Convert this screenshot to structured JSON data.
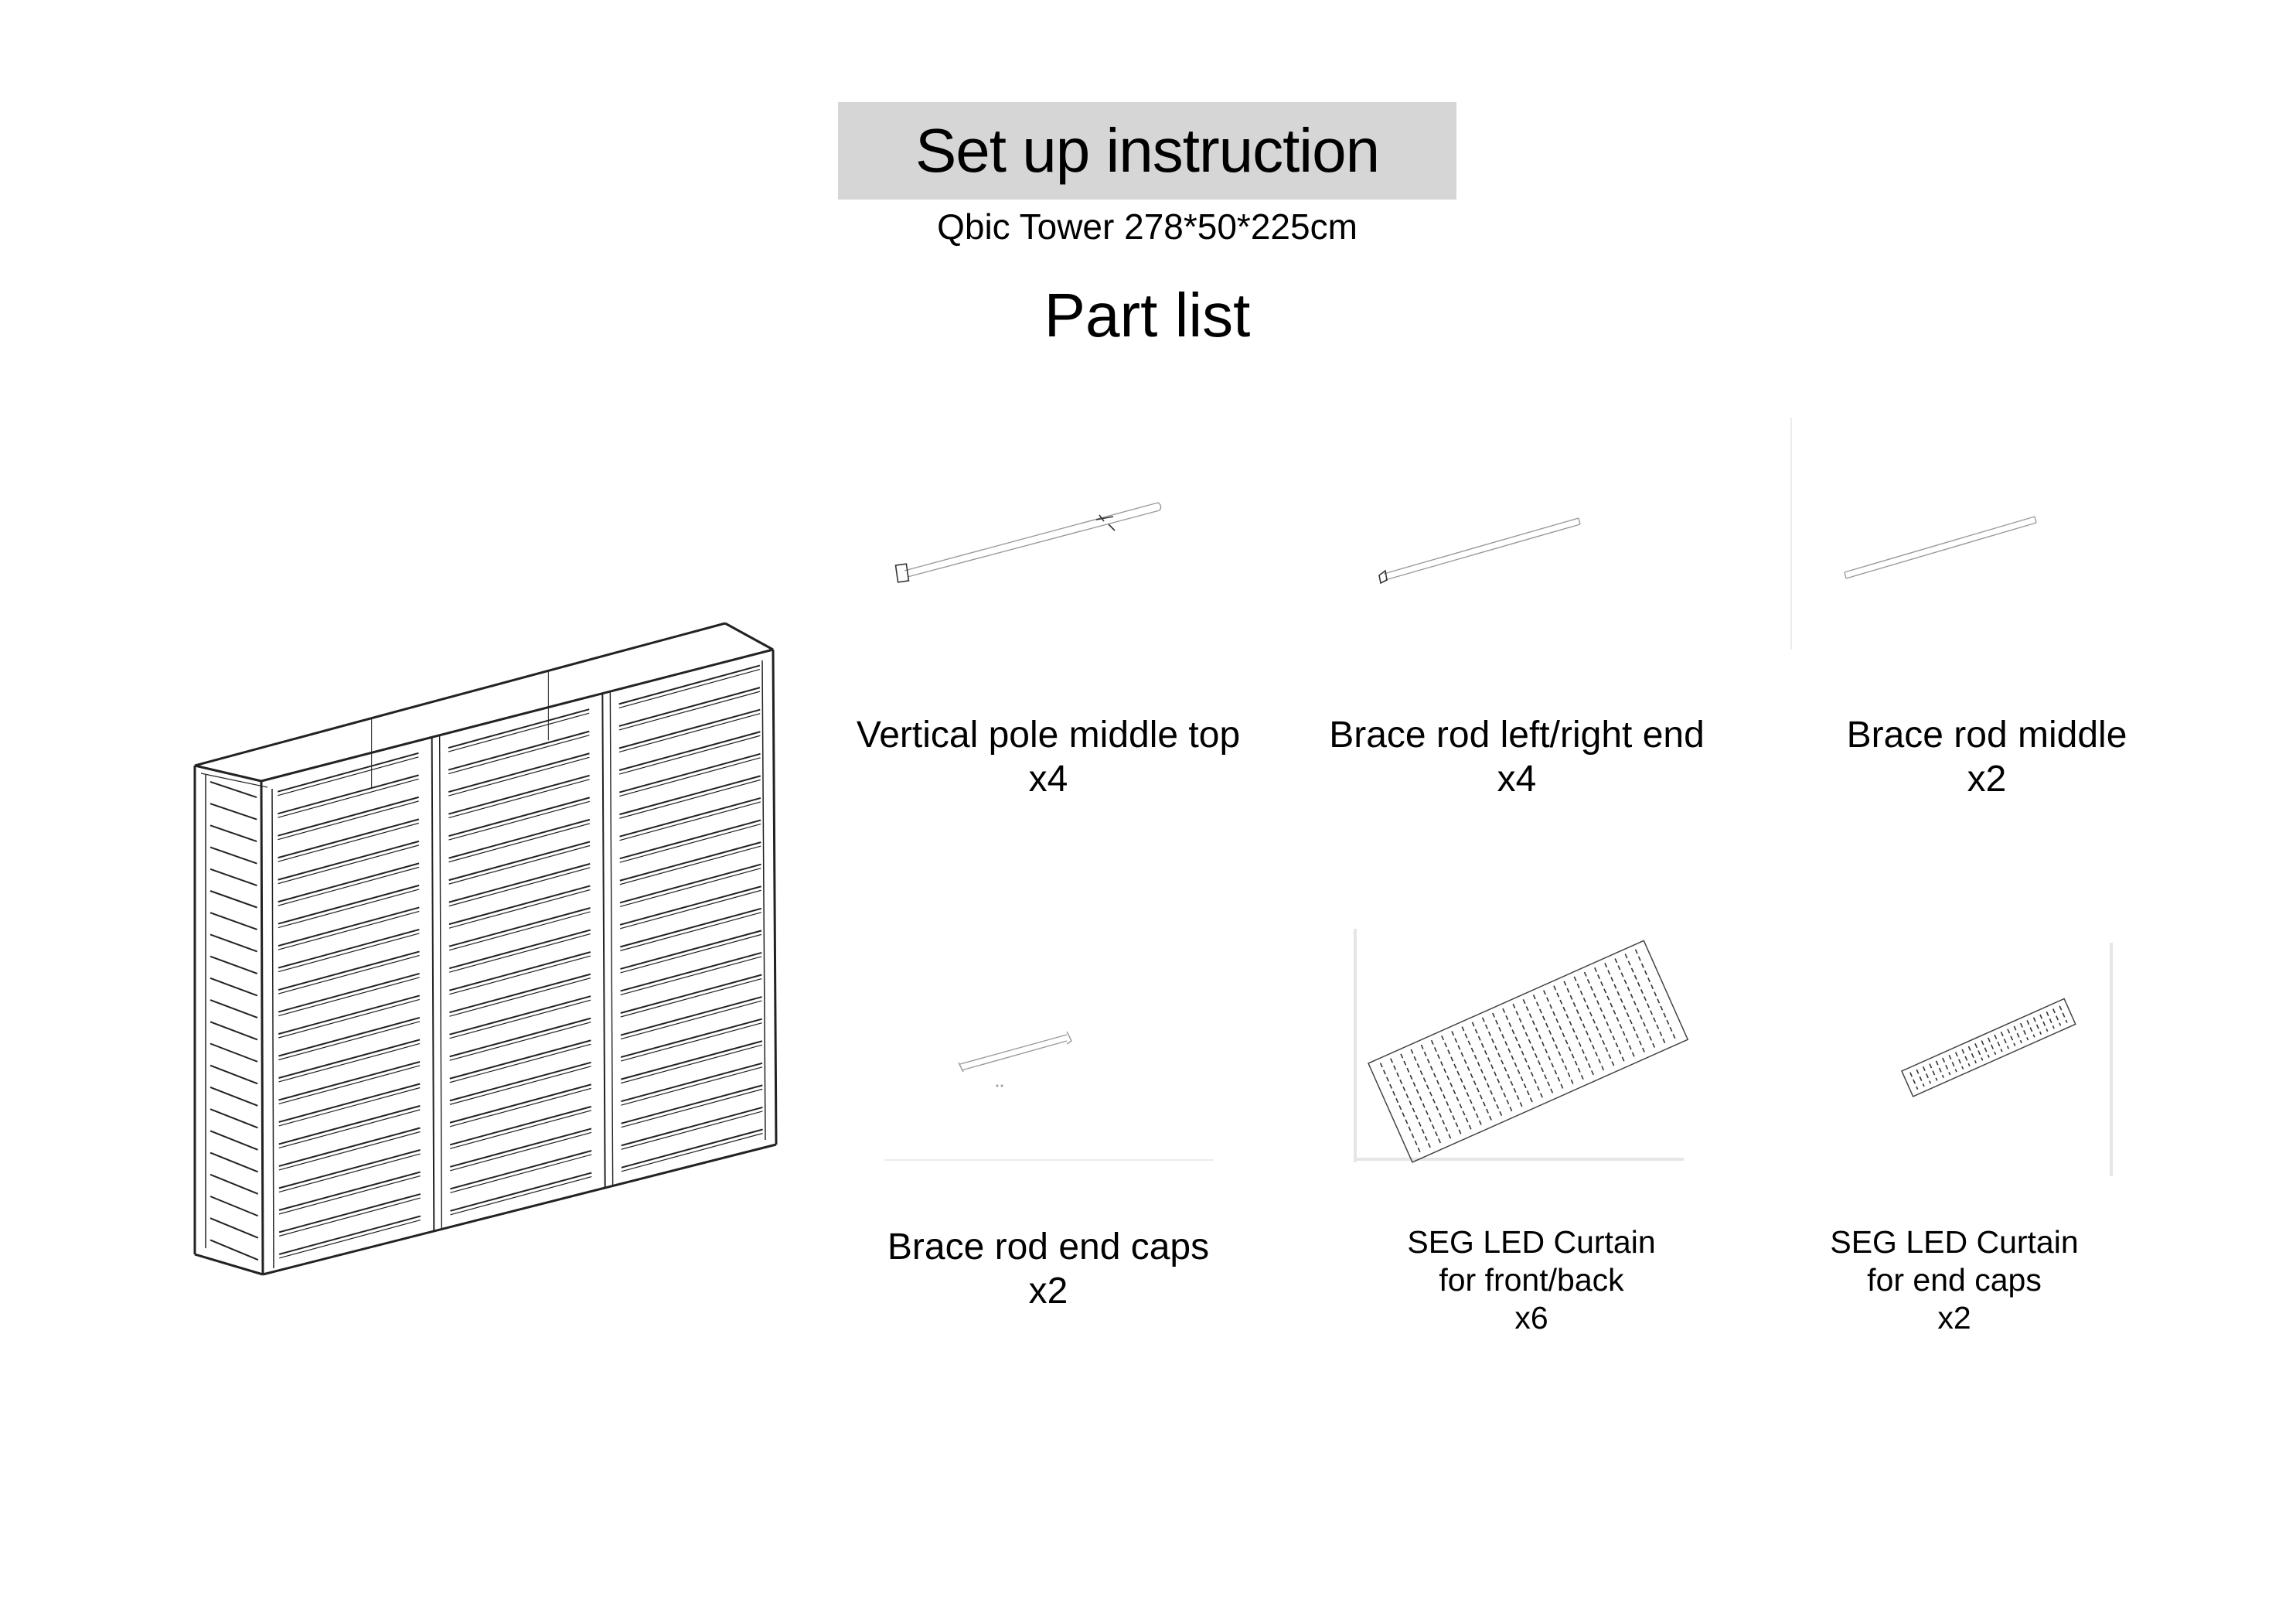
{
  "header": {
    "title": "Set up instruction",
    "subtitle": "Qbic Tower 278*50*225cm",
    "section": "Part list"
  },
  "colors": {
    "title_bar": "#d6d6d6",
    "text": "#000000",
    "drawing": "#333333"
  },
  "parts": [
    {
      "name": "Vertical pole middle top",
      "qty": "x4",
      "icon": "pole-icon"
    },
    {
      "name": "Brace rod left/right end",
      "qty": "x4",
      "icon": "rod-end-icon"
    },
    {
      "name": "Brace rod middle",
      "qty": "x2",
      "icon": "rod-icon"
    },
    {
      "name": "Brace rod end caps",
      "qty": "x2",
      "icon": "endcap-rod-icon"
    },
    {
      "name_line1": "SEG LED Curtain",
      "name_line2": "for front/back",
      "qty": "x6",
      "icon": "led-curtain-icon"
    },
    {
      "name_line1": "SEG LED Curtain",
      "name_line2": "for end caps",
      "qty": "x2",
      "icon": "led-curtain-small-icon"
    }
  ]
}
